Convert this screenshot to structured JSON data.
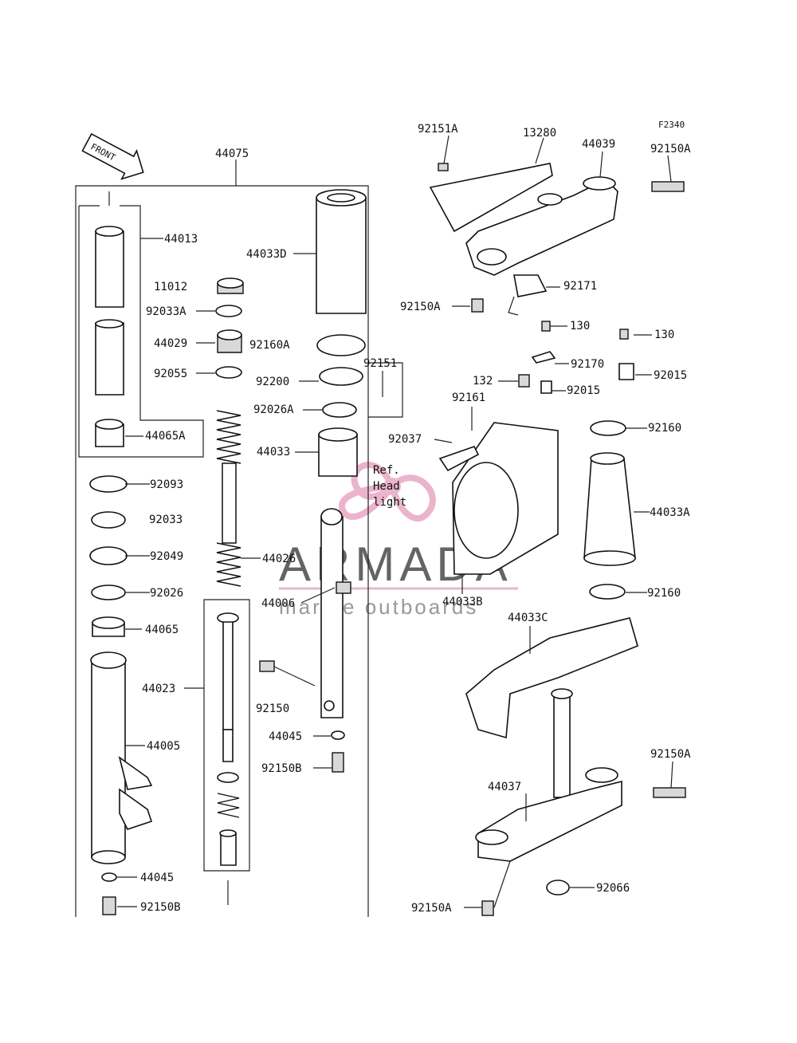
{
  "figure_code": "F2340",
  "front_arrow": "FRONT",
  "ref_note": [
    "Ref.",
    "Head",
    "light"
  ],
  "watermark": {
    "title": "ARMADA",
    "subtitle": "marine outboards"
  },
  "colors": {
    "line": "#111111",
    "watermark_logo": "#e8a7c4",
    "watermark_text": "#4a4a4a"
  },
  "labels": {
    "p44075": "44075",
    "p44013": "44013",
    "p11012": "11012",
    "p92033A": "92033A",
    "p44029": "44029",
    "p92055": "92055",
    "p44065A": "44065A",
    "p44033D": "44033D",
    "p92160A": "92160A",
    "p92200": "92200",
    "p92151": "92151",
    "p92026A": "92026A",
    "p44033": "44033",
    "p92093": "92093",
    "p92033": "92033",
    "p92049": "92049",
    "p44026": "44026",
    "p92026": "92026",
    "p44006": "44006",
    "p44065": "44065",
    "p44023": "44023",
    "p44005": "44005",
    "p92150": "92150",
    "p44045a": "44045",
    "p92150Ba": "92150B",
    "p44045b": "44045",
    "p92150Bb": "92150B",
    "p92151A": "92151A",
    "p13280": "13280",
    "p44039": "44039",
    "p92150Aa": "92150A",
    "p92171": "92171",
    "p92150Ab": "92150A",
    "p130a": "130",
    "p130b": "130",
    "p92170": "92170",
    "p132": "132",
    "p92015a": "92015",
    "p92015b": "92015",
    "p92161": "92161",
    "p92037": "92037",
    "p92160a": "92160",
    "p44033A": "44033A",
    "p44033B": "44033B",
    "p92160b": "92160",
    "p44033C": "44033C",
    "p92150Ac": "92150A",
    "p44037": "44037",
    "p92066": "92066",
    "p92150Ad": "92150A"
  }
}
